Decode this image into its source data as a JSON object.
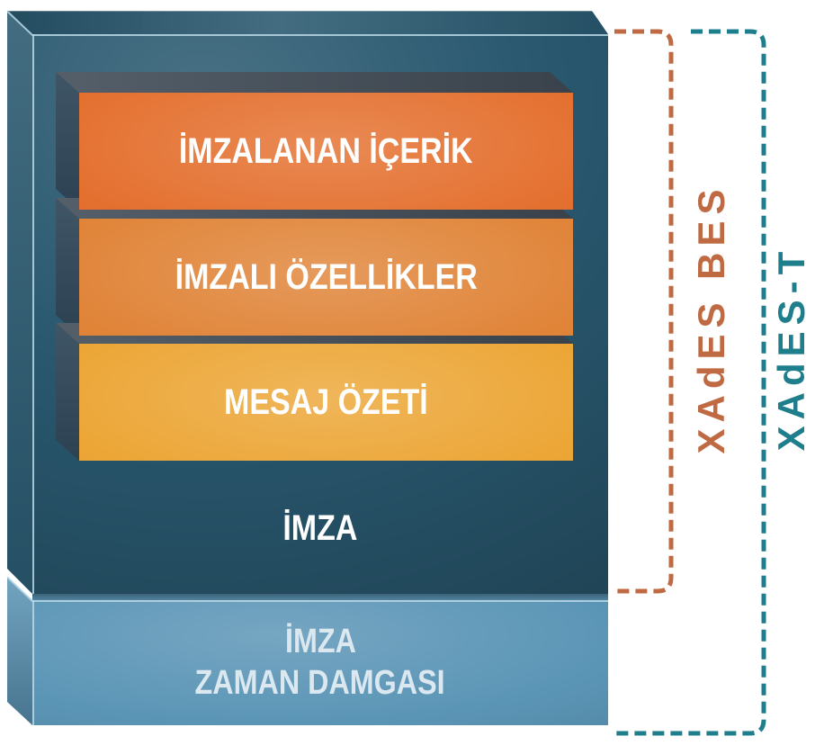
{
  "diagram": {
    "title_semantic": "XAdES signature structure",
    "layers": [
      {
        "label": "İMZALANAN İÇERİK"
      },
      {
        "label": "İMZALI ÖZELLİKLER"
      },
      {
        "label": "MESAJ ÖZETİ"
      }
    ],
    "signature_label": "İMZA",
    "timestamp": {
      "line1": "İMZA",
      "line2": "ZAMAN DAMGASI"
    },
    "brackets": {
      "bes": {
        "label": "XAdES BES"
      },
      "t": {
        "label": "XAdES-T"
      }
    }
  },
  "colors": {
    "bes": "#bf6a42",
    "t": "#1f7e8c",
    "layer1": "#e4702f",
    "layer2": "#e08438",
    "layer3": "#eca636",
    "panel-dark": "#29586f",
    "panel-light": "#5b95b6",
    "well-top": "#4a5560",
    "well-side": "#31495b",
    "label-text": "#ffffff",
    "timestamp-text": "#dce8f0"
  }
}
